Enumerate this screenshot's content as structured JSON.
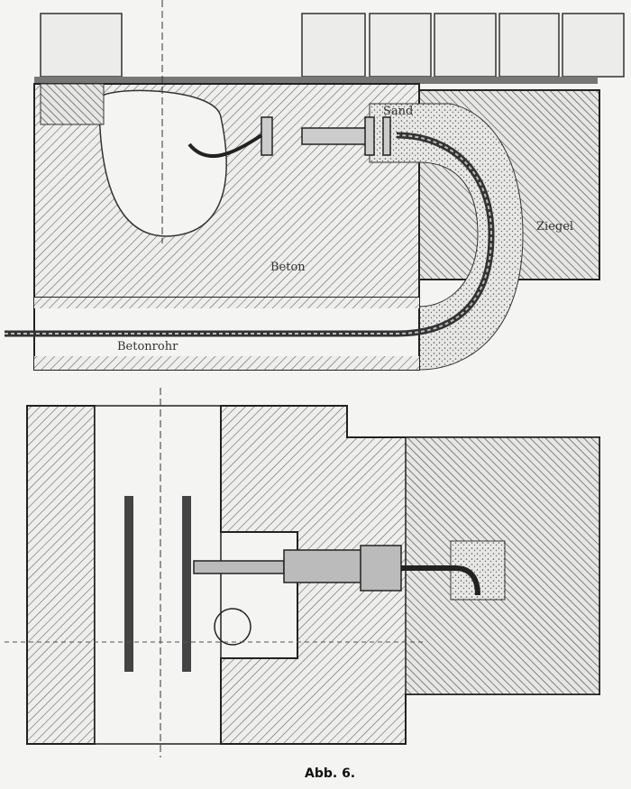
{
  "figure": {
    "caption": "Abb. 6.",
    "labels": {
      "sand": "Sand",
      "brick": "Ziegel",
      "concrete": "Beton",
      "concrete_pipe": "Betonrohr"
    }
  },
  "colors": {
    "ink": "#2a2a2a",
    "paper": "#f4f4f2",
    "hatch": "#555555"
  }
}
